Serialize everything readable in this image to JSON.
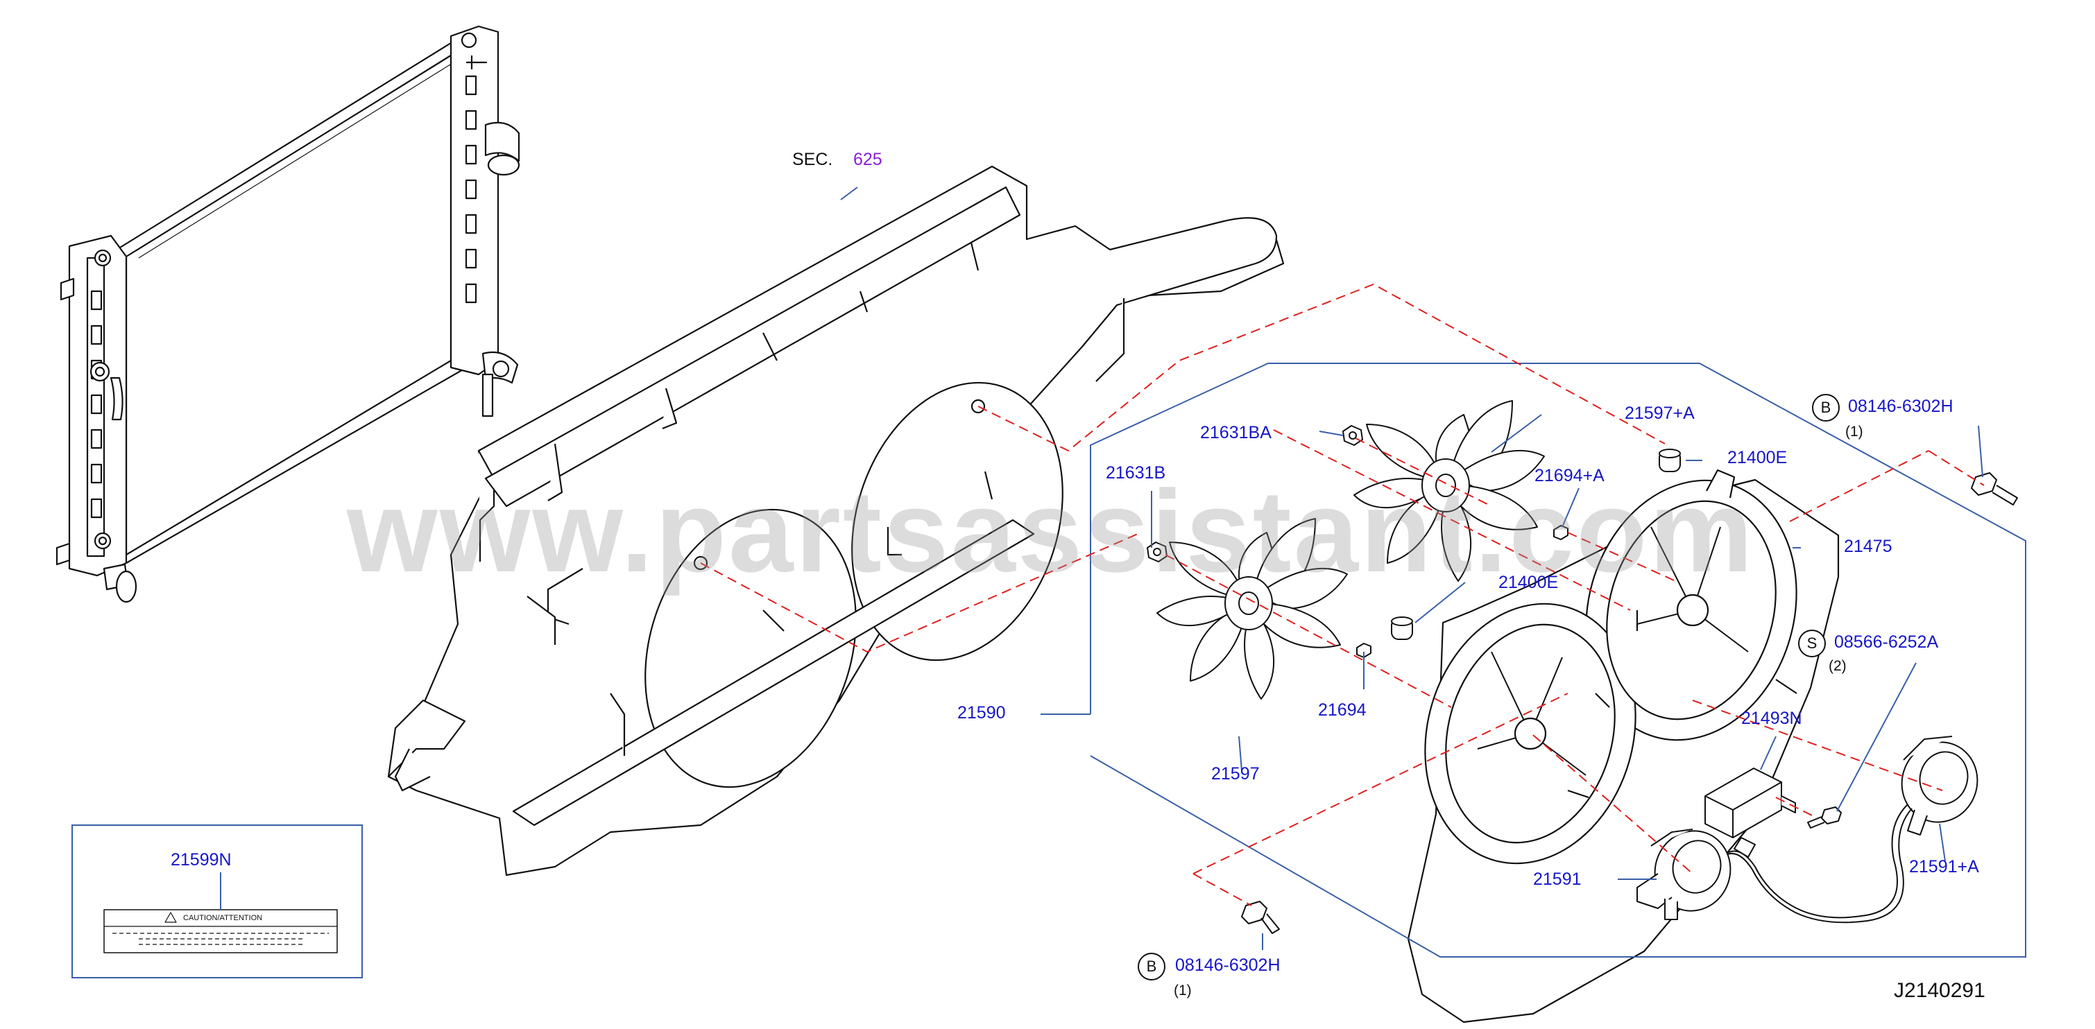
{
  "watermark": "www.partsassistant.com",
  "diagram_code": "J2140291",
  "section_ref": {
    "prefix": "SEC.",
    "number": "625"
  },
  "part_labels": {
    "p21631BA": "21631BA",
    "p21631B": "21631B",
    "p21597A": "21597+A",
    "p21400E_top": "21400E",
    "p21694A": "21694+A",
    "p21400E_mid": "21400E",
    "p21694": "21694",
    "p21597": "21597",
    "p21590": "21590",
    "p21475": "21475",
    "p21493N": "21493N",
    "p21591": "21591",
    "p21591A": "21591+A",
    "p21599N": "21599N"
  },
  "fasteners": {
    "bolt_top": {
      "symbol": "B",
      "part": "08146-6302H",
      "qty": "(1)"
    },
    "screw": {
      "symbol": "S",
      "part": "08566-6252A",
      "qty": "(2)"
    },
    "bolt_bottom": {
      "symbol": "B",
      "part": "08146-6302H",
      "qty": "(1)"
    }
  },
  "caution_label": "CAUTION/ATTENTION",
  "colors": {
    "label": "#1616c8",
    "section_number": "#8a1fd0",
    "leader_line": "#3a5fa8",
    "dashed_guide": "#e02020",
    "outline": "#111111"
  }
}
